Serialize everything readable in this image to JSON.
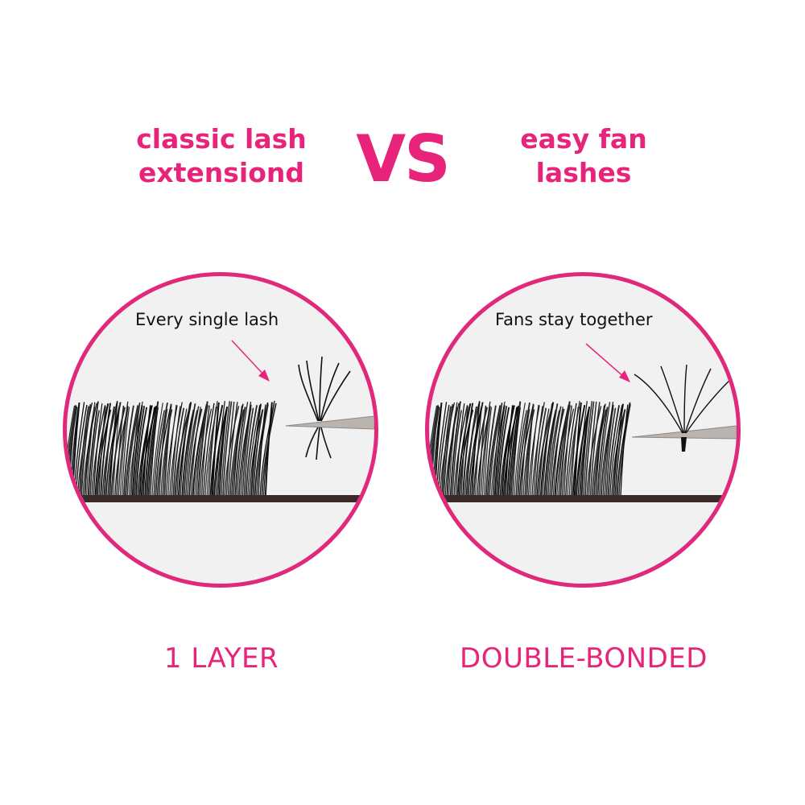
{
  "left_title": {
    "line1": "classic  lash",
    "line2": "extensiond"
  },
  "vs_label": "VS",
  "right_title": {
    "line1": "easy fan",
    "line2": "lashes"
  },
  "left_circle": {
    "annotation": "Every single lash",
    "caption": "1 LAYER"
  },
  "right_circle": {
    "annotation": "Fans stay together",
    "caption": "DOUBLE-BONDED"
  },
  "colors": {
    "accent": "#e8237a",
    "ring": "#e0297a",
    "lash": "#111111",
    "strip": "#3a2a2a"
  }
}
